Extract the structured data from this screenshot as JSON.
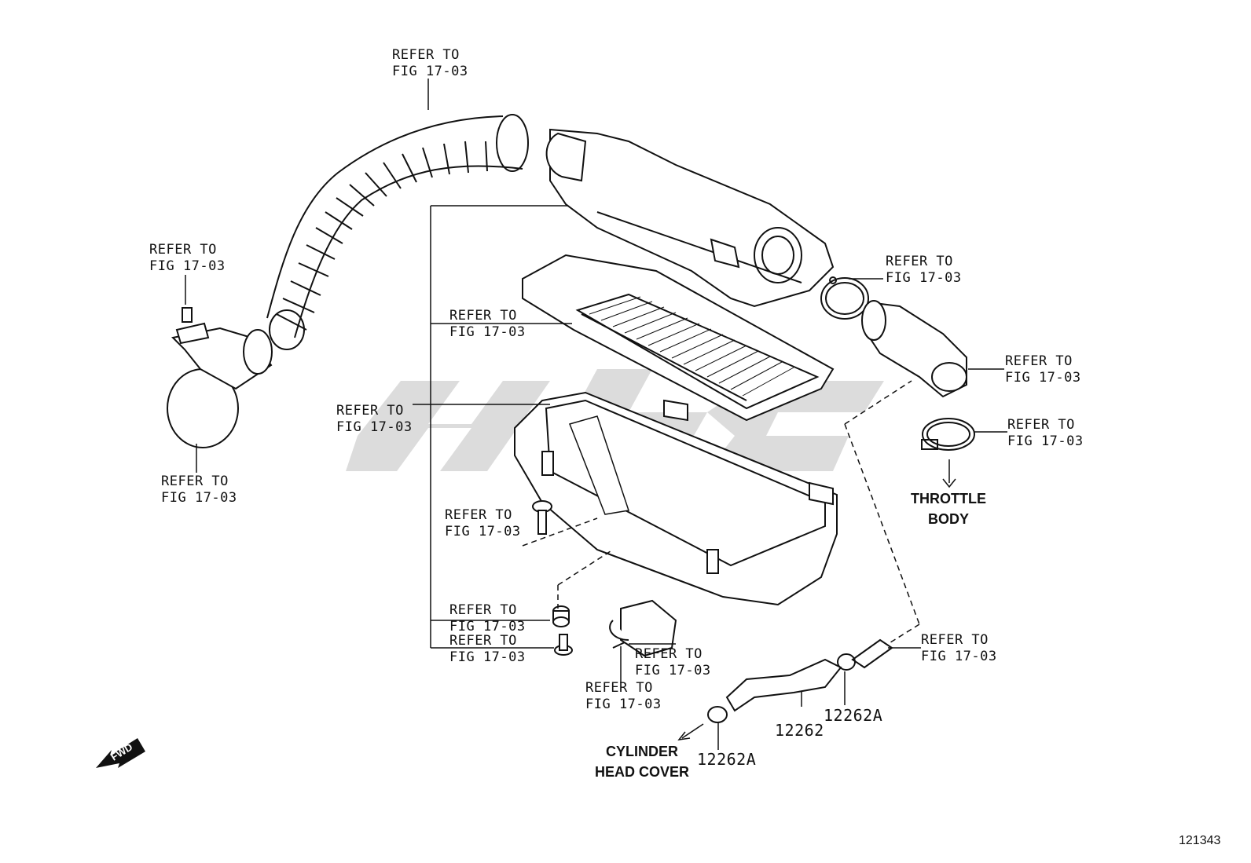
{
  "ref_label": "REFER TO\nFIG 17-03",
  "throttle_body_label": "THROTTLE\nBODY",
  "cylinder_head_cover_label": "CYLINDER\nHEAD COVER",
  "part_numbers": {
    "hose": "12262",
    "clamp_upper": "12262A",
    "clamp_lower": "12262A"
  },
  "fwd_label": "FWD",
  "figure_id": "121343",
  "colors": {
    "line": "#111111",
    "watermark": "#d9d9d9"
  }
}
